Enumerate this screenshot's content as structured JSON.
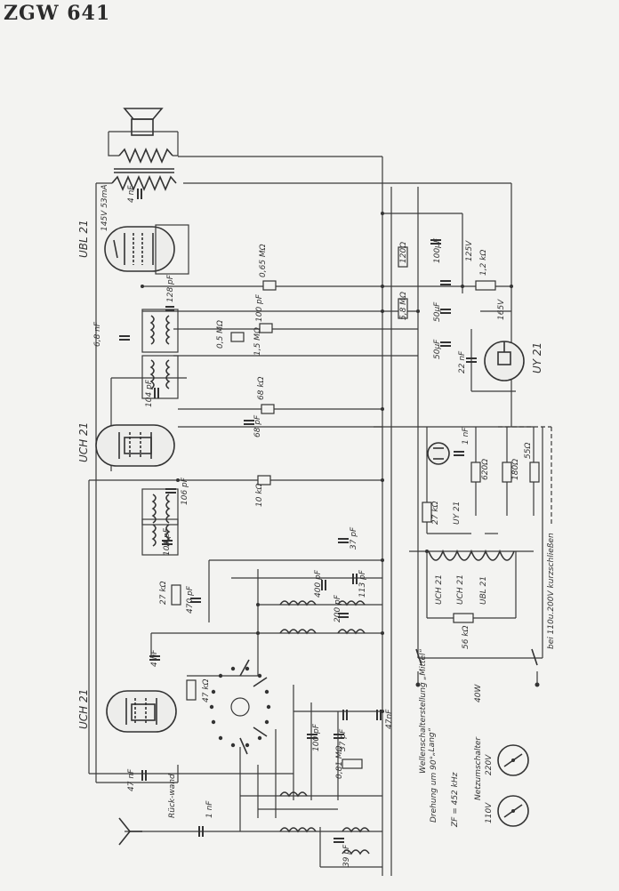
{
  "title": "ZGW 641",
  "tubes": {
    "output": "UBL 21",
    "converter_if": "UCH 21",
    "converter_input": "UCH 21",
    "rectifier": "UY 21"
  },
  "labels": {
    "ubl_voltage": "145V 53mA",
    "cap_4nF_top": "4 nF",
    "r_120": "120Ω",
    "c_100uF": "100μF",
    "v_125": "125V",
    "r_1k2": "1,2 kΩ",
    "r_065": "0,65 MΩ",
    "c_128": "128 pF",
    "c_68nF": "6,8 nF",
    "c_100pF_a": "100 pF",
    "r_58": "5,8 MΩ",
    "c_50uF_a": "50μF",
    "v_165": "165V",
    "pot_05": "0,5 MΩ",
    "r_15": "1,5 MΩ",
    "c_50uF_b": "50μF",
    "c_22nF": "22 nF",
    "c_104_a": "104 pF",
    "r_68k": "68 kΩ",
    "c_68pF": "68 pF",
    "c_1nF_r": "1 nF",
    "r_620": "620Ω",
    "r_180": "180Ω",
    "r_55": "55Ω",
    "c_106": "106 pF",
    "r_10k": "10 kΩ",
    "r_27k_r": "27 kΩ",
    "uy_small": "UY 21",
    "c_104_b": "104 pF",
    "c_37_a": "37 pF",
    "r_27k": "27 kΩ",
    "c_470": "470 pF",
    "c_400": "400 pF",
    "c_113": "113 pF",
    "c_200": "200 pF",
    "heater_uch_a": "UCH 21",
    "heater_uch_b": "UCH 21",
    "heater_ubl": "UBL 21",
    "r_56k": "56 kΩ",
    "c_4nF": "4 nF",
    "r_47": "47 kΩ",
    "c_47nF": "47nF",
    "c_100_b": "100 pF",
    "c_37_b": "37 pF",
    "r_081": "0,81 MΩ",
    "c_47nF_b": "47 nF",
    "rueckwand": "Rück-wand",
    "c_1nF": "1 nF",
    "c_39": "39 pF",
    "switch_note_1": "Wellenschalterstellung „Mittel“",
    "switch_note_2": "„Lang“",
    "switch_note_3": "Drehung um 90°",
    "zf": "ZF = 452 kHz",
    "w_40": "40W",
    "mains_note": "bei 110u.200V kurzschließen",
    "netz_label": "Netzumschalter",
    "v_220": "220V",
    "v_110": "110V"
  },
  "colors": {
    "ink": "#333333",
    "paper": "#f3f3f1"
  }
}
